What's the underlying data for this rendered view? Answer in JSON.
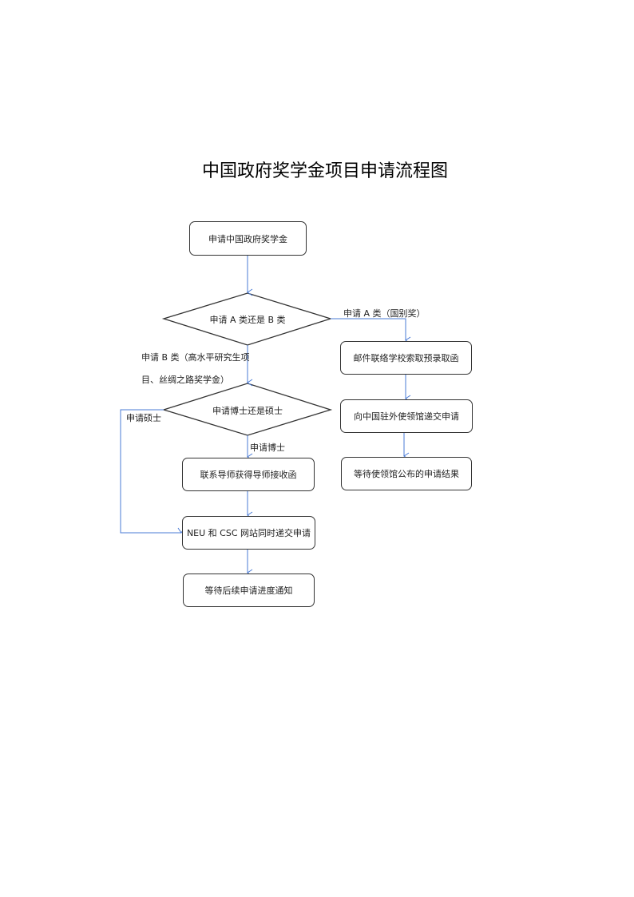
{
  "title": "中国政府奖学金项目申请流程图",
  "nodes": {
    "start": "申请中国政府奖学金",
    "decision_ab": "申请 A 类还是 B 类",
    "decision_degree": "申请博士还是硕士",
    "contact_supervisor": "联系导师获得导师接收函",
    "submit_online": "NEU 和 CSC 网站同时递交申请",
    "wait_progress": "等待后续申请进度通知",
    "email_school": "邮件联络学校索取预录取函",
    "submit_embassy": "向中国驻外使领馆递交申请",
    "wait_embassy": "等待使领馆公布的申请结果"
  },
  "edge_labels": {
    "type_a": "申请 A 类（国别奖）",
    "type_b_line1": "申请 B 类（高水平研究生项",
    "type_b_line2": "目、丝绸之路奖学金）",
    "masters": "申请硕士",
    "phd": "申请博士"
  },
  "colors": {
    "arrow": "#4a7bd6",
    "border": "#333333"
  }
}
